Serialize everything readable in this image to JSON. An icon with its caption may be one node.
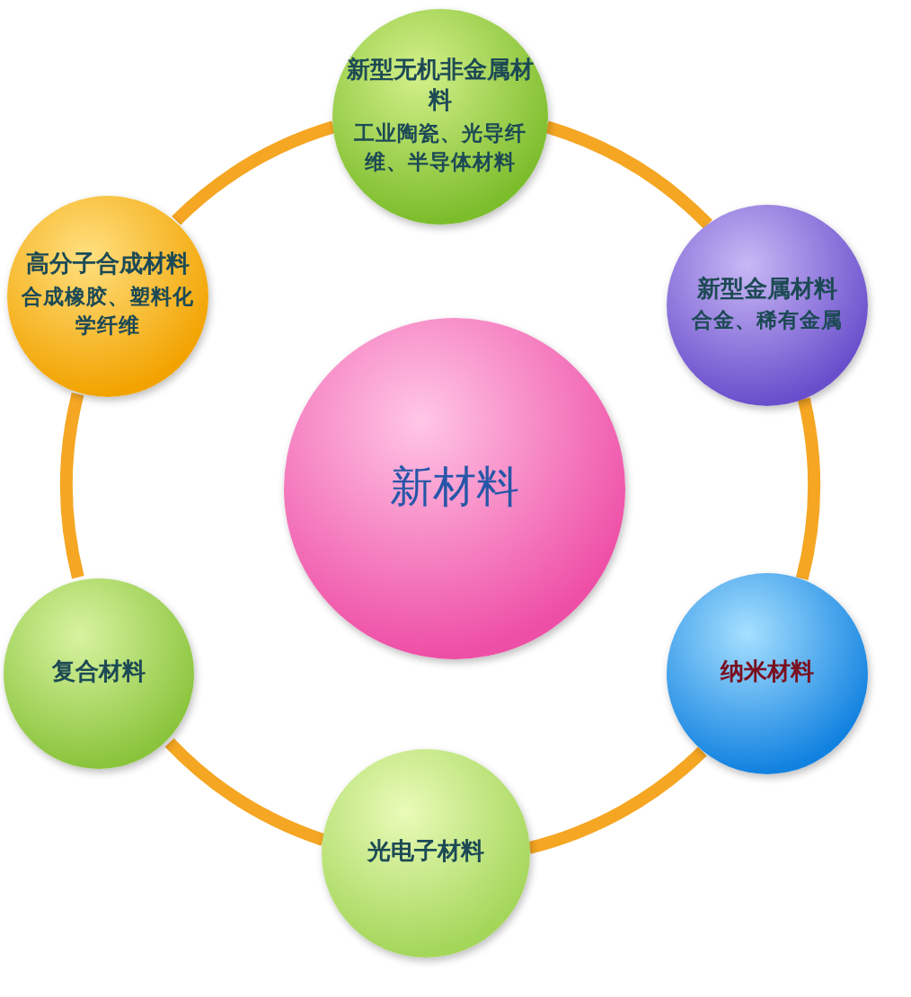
{
  "diagram": {
    "nodes": [
      {
        "text": [
          "新型无机非金属材料",
          "工业陶瓷、光导纤维、半导体材料"
        ]
      },
      {
        "text": [
          "高分子合成材料",
          "合成橡胶、塑料化学纤维"
        ]
      },
      {
        "text": [
          "新型金属材料",
          "合金、稀有金属"
        ]
      },
      {
        "text": [
          "新材料"
        ]
      },
      {
        "text": [
          "复合材料"
        ]
      },
      {
        "text": [
          "纳米材料"
        ]
      },
      {
        "text": [
          "光电子材料"
        ]
      }
    ],
    "edges": [
      {
        "from": 0,
        "to": 2,
        "arrow": "none"
      },
      {
        "from": 2,
        "to": 5,
        "arrow": "none"
      },
      {
        "from": 5,
        "to": 6,
        "arrow": "none"
      },
      {
        "from": 6,
        "to": 4,
        "arrow": "none"
      },
      {
        "from": 4,
        "to": 1,
        "arrow": "none"
      },
      {
        "from": 1,
        "to": 0,
        "arrow": "none"
      }
    ]
  }
}
